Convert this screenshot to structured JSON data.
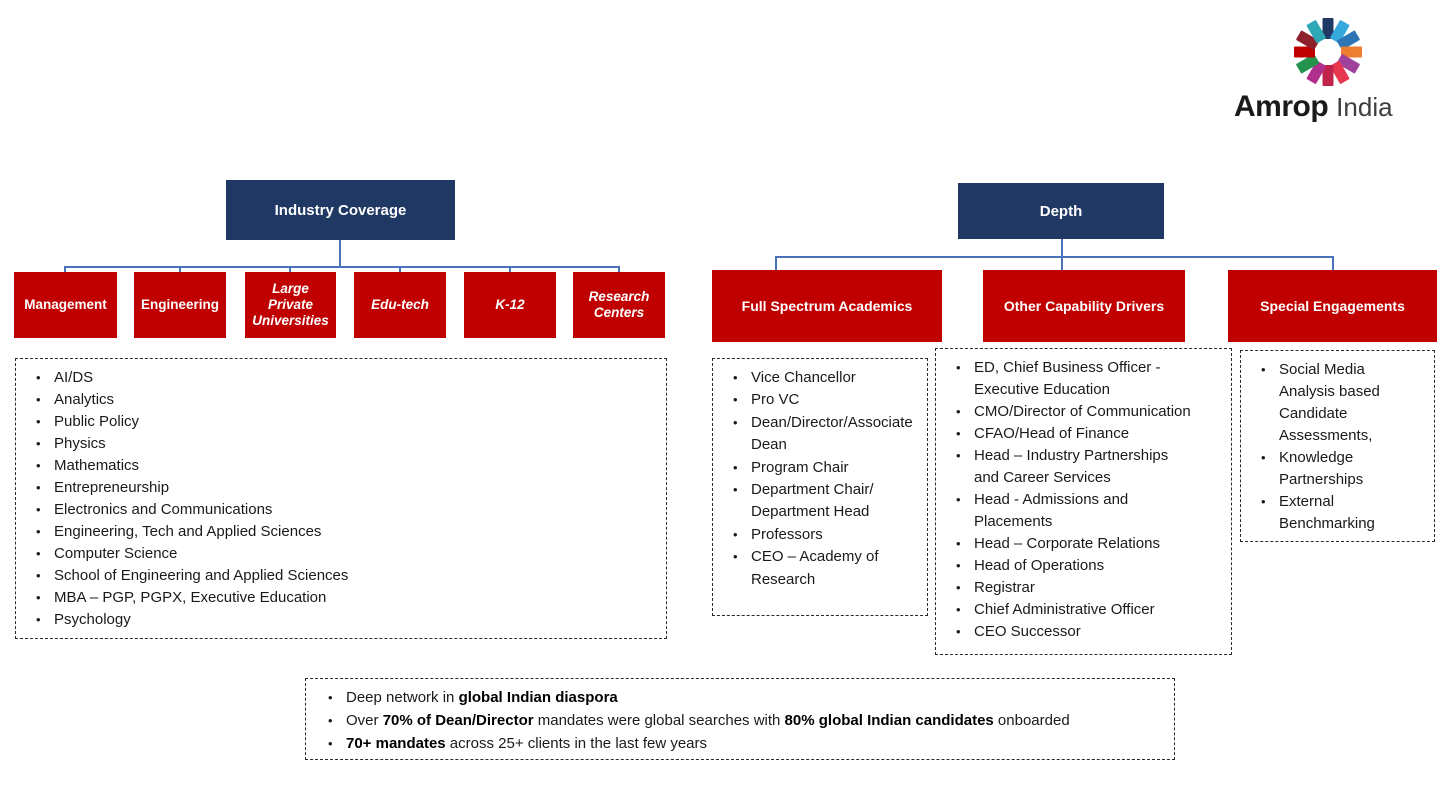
{
  "colors": {
    "navy": "#1F3864",
    "red": "#C00000",
    "connector": "#4A72B8",
    "text": "#1A1A1A"
  },
  "logo": {
    "brand": "Amrop",
    "region": "India",
    "spoke_colors": [
      "#1F3864",
      "#35A8DC",
      "#2E75B6",
      "#ED7D31",
      "#A0429B",
      "#E8384F",
      "#C0234A",
      "#B02E8C",
      "#24934E",
      "#C00000",
      "#8E1F2C",
      "#2FA8B5"
    ]
  },
  "industry": {
    "header": "Industry Coverage",
    "boxes": [
      {
        "label": "Management"
      },
      {
        "label": "Engineering"
      },
      {
        "label": "Large Private Universities"
      },
      {
        "label": "Edu-tech"
      },
      {
        "label": "K-12"
      },
      {
        "label": "Research Centers"
      }
    ],
    "items": [
      "AI/DS",
      "Analytics",
      "Public Policy",
      "Physics",
      "Mathematics",
      "Entrepreneurship",
      "Electronics and Communications",
      "Engineering, Tech and Applied Sciences",
      "Computer Science",
      "School of Engineering and Applied Sciences",
      "MBA – PGP, PGPX, Executive Education",
      "Psychology"
    ]
  },
  "depth": {
    "header": "Depth",
    "columns": [
      {
        "label": "Full Spectrum Academics",
        "items": [
          "Vice Chancellor",
          "Pro VC",
          "Dean/Director/Associate Dean",
          "Program Chair",
          "Department Chair/ Department Head",
          "Professors",
          "CEO – Academy of Research"
        ]
      },
      {
        "label": "Other Capability Drivers",
        "items": [
          "ED, Chief Business Officer - Executive Education",
          "CMO/Director of Communication",
          "CFAO/Head of Finance",
          "Head – Industry Partnerships and Career Services",
          "Head -  Admissions and Placements",
          "Head – Corporate Relations",
          "Head of Operations",
          "Registrar",
          "Chief Administrative Officer",
          "CEO Successor"
        ]
      },
      {
        "label": "Special Engagements",
        "items": [
          "Social Media Analysis based Candidate Assessments,",
          "Knowledge Partnerships",
          "External Benchmarking"
        ]
      }
    ]
  },
  "footnotes": [
    {
      "segments": [
        {
          "text": "Deep network in ",
          "bold": false
        },
        {
          "text": "global Indian diaspora",
          "bold": true
        }
      ]
    },
    {
      "segments": [
        {
          "text": "Over ",
          "bold": false
        },
        {
          "text": "70% of Dean/Director",
          "bold": true
        },
        {
          "text": " mandates were global searches with ",
          "bold": false
        },
        {
          "text": "80% global Indian candidates",
          "bold": true
        },
        {
          "text": " onboarded",
          "bold": false
        }
      ]
    },
    {
      "segments": [
        {
          "text": "70+ mandates",
          "bold": true
        },
        {
          "text": " across 25+ clients in the last few years",
          "bold": false
        }
      ]
    }
  ]
}
